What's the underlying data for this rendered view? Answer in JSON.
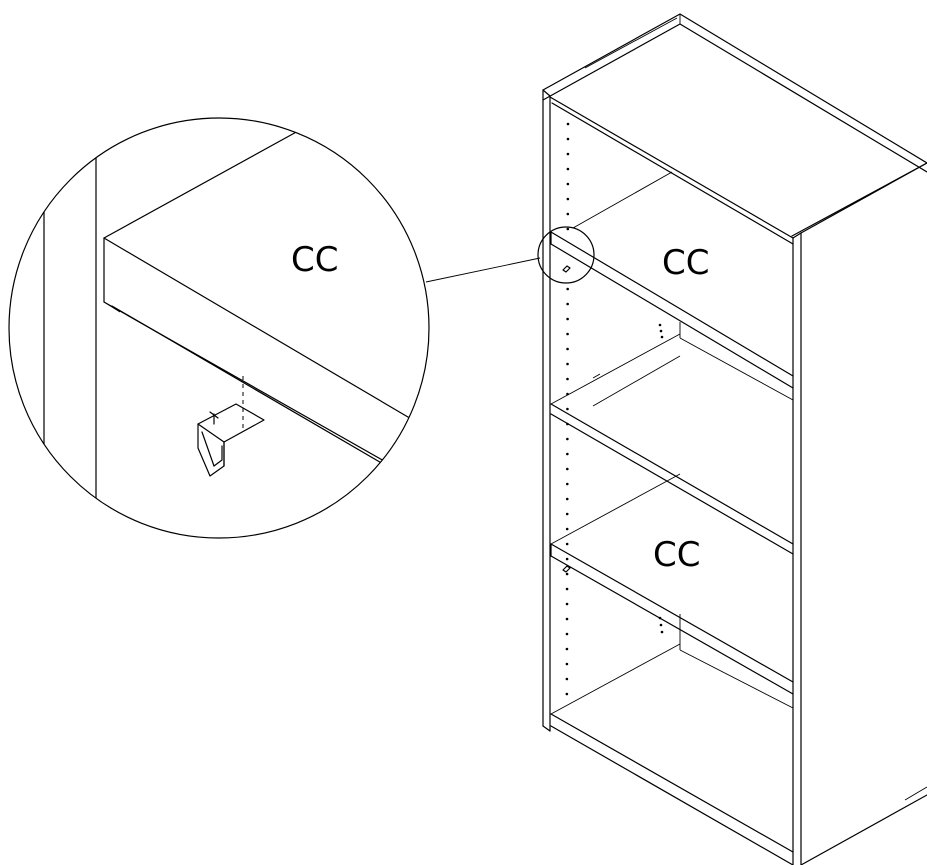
{
  "labels": {
    "detail_shelf": "CC",
    "shelf_top": "CC",
    "shelf_bottom": "CC"
  },
  "line_color": "#000000",
  "background_color": "#ffffff"
}
